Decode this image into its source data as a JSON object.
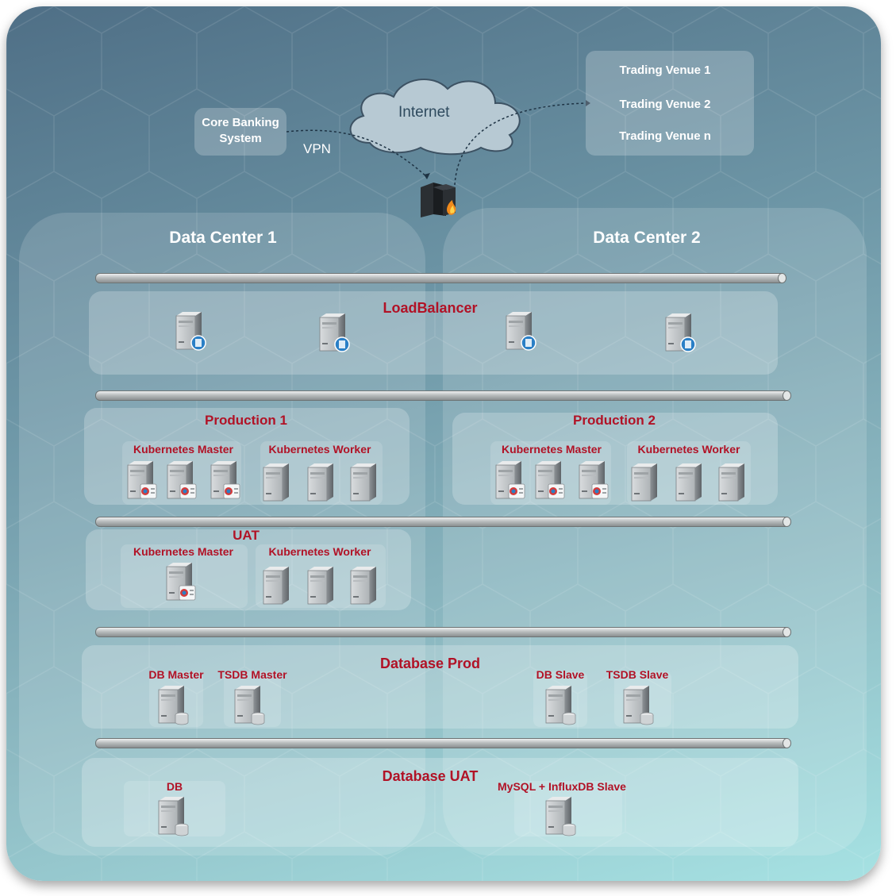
{
  "top": {
    "core_banking_line1": "Core Banking",
    "core_banking_line2": "System",
    "vpn": "VPN",
    "internet": "Internet",
    "trading_venues": [
      "Trading Venue 1",
      "Trading Venue 2",
      "Trading Venue n"
    ]
  },
  "datacenters": [
    "Data Center 1",
    "Data Center 2"
  ],
  "loadbalancer": {
    "title": "LoadBalancer"
  },
  "production1": {
    "title": "Production 1",
    "master": "Kubernetes Master",
    "worker": "Kubernetes Worker"
  },
  "production2": {
    "title": "Production 2",
    "master": "Kubernetes Master",
    "worker": "Kubernetes Worker"
  },
  "uat": {
    "title": "UAT",
    "master": "Kubernetes Master",
    "worker": "Kubernetes Worker"
  },
  "db_prod": {
    "title": "Database Prod",
    "db_master": "DB Master",
    "tsdb_master": "TSDB Master",
    "db_slave": "DB Slave",
    "tsdb_slave": "TSDB Slave"
  },
  "db_uat": {
    "title": "Database UAT",
    "db": "DB",
    "mysql_influx": "MySQL + InfluxDB Slave"
  },
  "icons": {
    "server": "server-icon",
    "lb_server": "load-balancer-server-icon",
    "k8s_master": "kubernetes-master-server-icon",
    "db_server": "database-server-icon",
    "firewall": "firewall-icon",
    "cloud": "cloud-icon"
  },
  "colors": {
    "accent_red": "#b11226",
    "background_top": "#4f6f86",
    "background_bottom": "#a6e2e3"
  }
}
